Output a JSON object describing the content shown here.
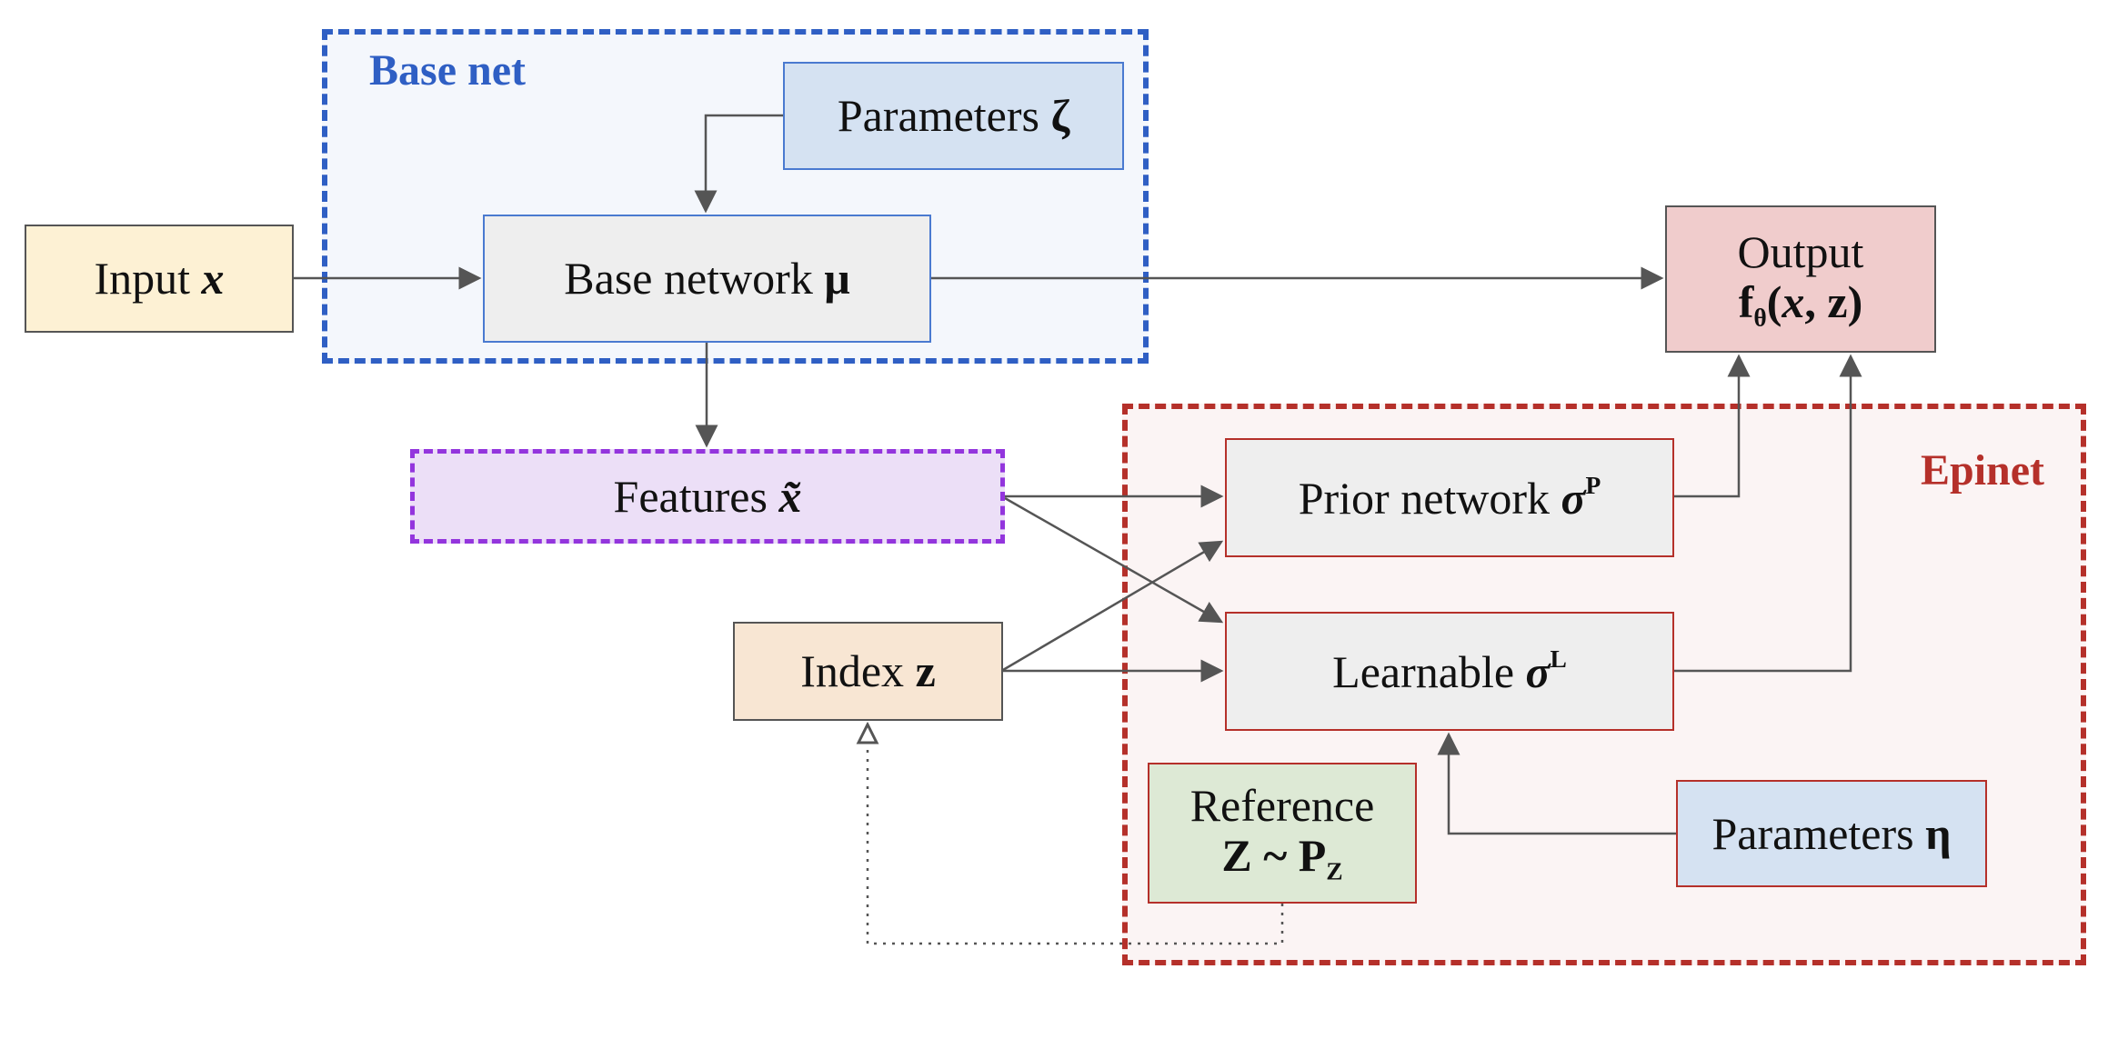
{
  "regions": {
    "base_net": "Base net",
    "epinet": "Epinet"
  },
  "nodes": {
    "input": {
      "label": "Input",
      "symbol": "x"
    },
    "params_zeta": {
      "label": "Parameters",
      "symbol": "ζ"
    },
    "base_network": {
      "label": "Base network",
      "symbol": "μ"
    },
    "output": {
      "line1": "Output",
      "f": "f",
      "sub": "θ",
      "open": "(",
      "x": "x",
      "rest": ", z)"
    },
    "features": {
      "label": "Features",
      "symbol": "x̃"
    },
    "prior_network": {
      "label": "Prior network",
      "symbol": "σ",
      "sup": "P"
    },
    "index": {
      "label": "Index",
      "symbol": "z"
    },
    "learnable": {
      "label": "Learnable",
      "symbol": "σ",
      "sup": "L"
    },
    "reference": {
      "line1": "Reference",
      "line2": "Z ~ P",
      "sub": "Z"
    },
    "params_eta": {
      "label": "Parameters",
      "symbol": "η"
    }
  },
  "colors": {
    "base_region": "#2f5fc4",
    "epinet_region": "#b5302a",
    "features_border": "#9335dd",
    "arrow": "#555555"
  }
}
